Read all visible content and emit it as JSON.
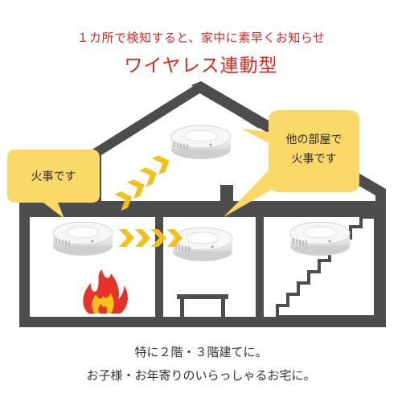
{
  "headline": {
    "sub": "１カ所で検知すると、家中に素早くお知らせ",
    "main": "ワイヤレス連動型"
  },
  "bubbles": {
    "left": "火事です",
    "right_line1": "他の部屋で",
    "right_line2": "火事です"
  },
  "caption": {
    "line1": "特に２階・３階建てに。",
    "line2": "お子様・お年寄りのいらっしゃるお宅に。"
  },
  "colors": {
    "accent_red": "#e0261f",
    "house_wall": "#4d4d4d",
    "bubble_fill": "#fbd968",
    "arrow_yellow": "#f2c118",
    "flame_red": "#e6332a",
    "flame_yellow": "#f7c219",
    "detector": "#f2f2f2"
  },
  "icons": {
    "detector": "smoke-detector-icon",
    "fire": "fire-icon",
    "signal": "chevron-arrows-icon"
  }
}
